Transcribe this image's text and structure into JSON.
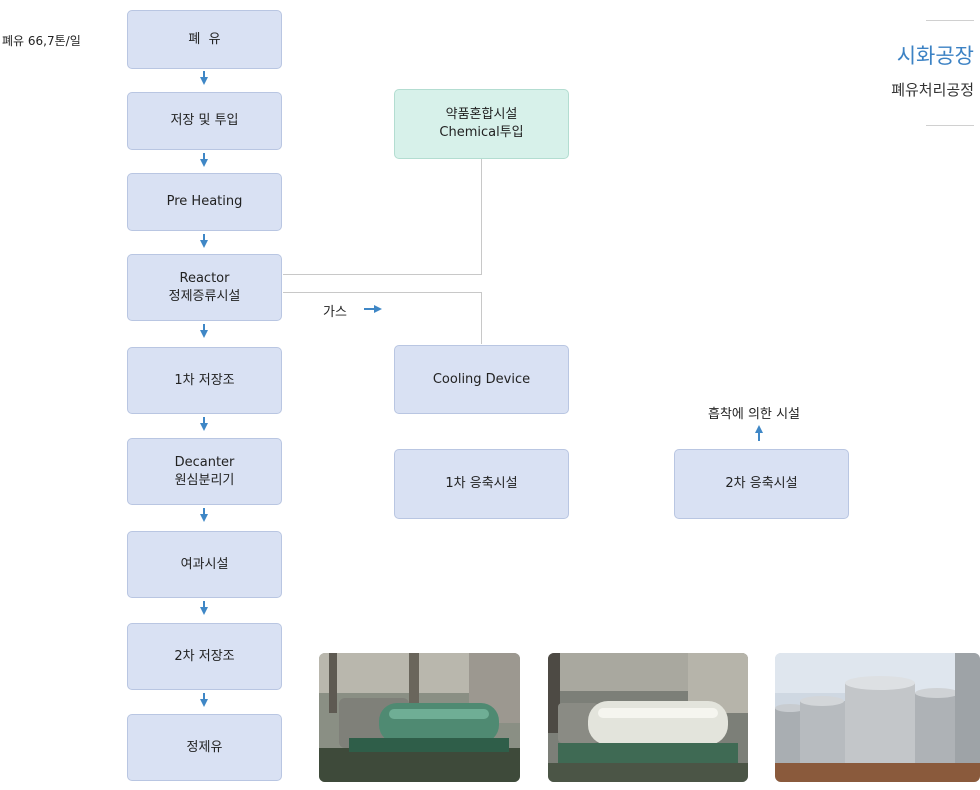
{
  "header": {
    "capacity": "폐유 66,7톤/일",
    "title": "시화공장",
    "subtitle": "폐유처리공정"
  },
  "flow": {
    "step1": "폐  유",
    "step2": "저장 및 투입",
    "step3": "Pre Heating",
    "step4_line1": "Reactor",
    "step4_line2": "정제증류시설",
    "step5": "1차 저장조",
    "step6_line1": "Decanter",
    "step6_line2": "원심분리기",
    "step7": "여과시설",
    "step8": "2차 저장조",
    "step9": "정제유"
  },
  "side": {
    "chemical_line1": "약품혼합시설",
    "chemical_line2": "Chemical투입",
    "gas": "가스",
    "cooling": "Cooling Device",
    "condense1": "1차 응축시설",
    "condense2": "2차 응축시설",
    "absorb": "흡착에 의한 시설"
  },
  "colors": {
    "box_fill": "#d9e1f3",
    "chemical_fill": "#d7f1ea",
    "arrow": "#3f87c6",
    "title_accent": "#3c82c4"
  },
  "photos": [
    "decanter-machine-photo-1",
    "decanter-machine-photo-2",
    "storage-tanks-photo"
  ]
}
